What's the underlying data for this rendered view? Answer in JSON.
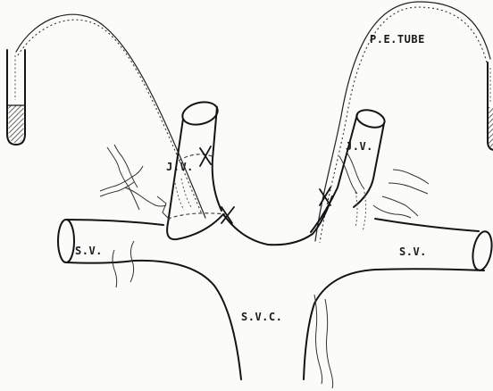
{
  "labels": {
    "pe_tube": "P.E.TUBE",
    "jv_left": "J.V.",
    "jv_right": "J.V.",
    "sv_left": "S.V.",
    "sv_right": "S.V.",
    "svc": "S.V.C."
  },
  "colors": {
    "ink": "#141414",
    "paper": "#fbfbfa",
    "hatch": "#444444"
  },
  "icons": [
    "test-tube-icon",
    "test-tube-icon",
    "ligature-cross-icon"
  ]
}
